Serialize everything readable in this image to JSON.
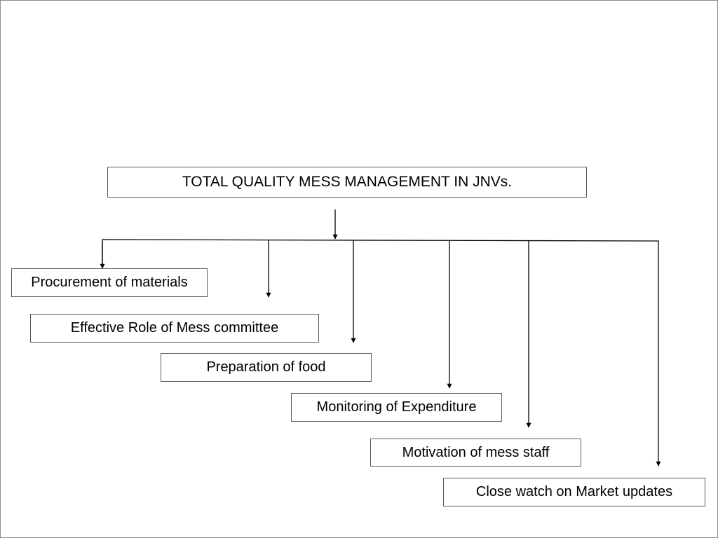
{
  "diagram": {
    "title": "TOTAL QUALITY MESS MANAGEMENT IN JNVs.",
    "items": [
      "Procurement of materials",
      "Effective Role of Mess committee",
      "Preparation of food",
      "Monitoring of Expenditure",
      "Motivation of mess staff",
      "Close watch on Market updates"
    ]
  },
  "colors": {
    "background": "#ffffff",
    "line": "#000000",
    "box_border": "#5a5a5a"
  }
}
